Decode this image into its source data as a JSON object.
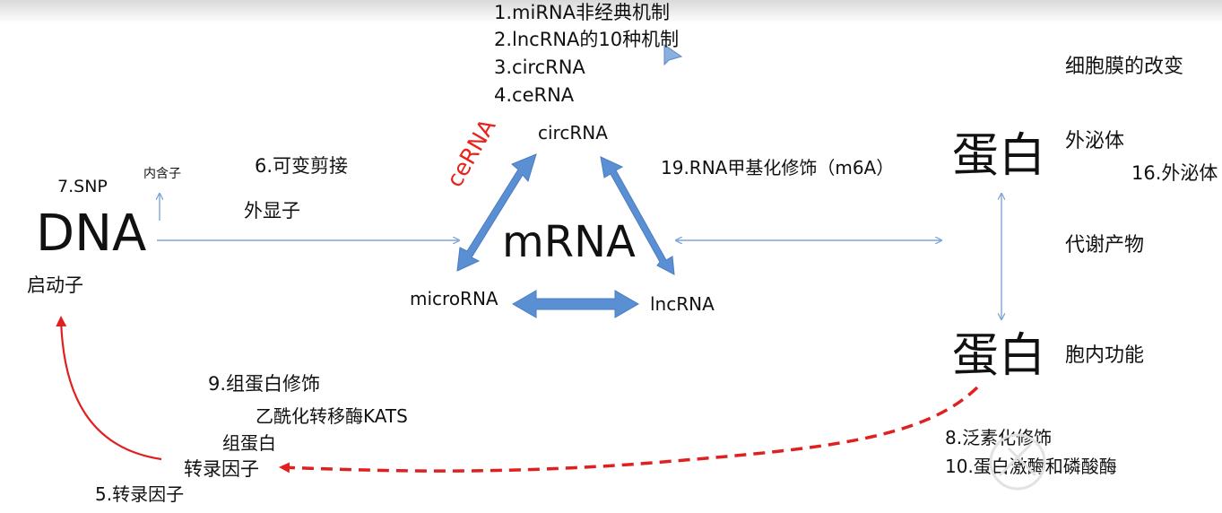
{
  "notes": {
    "item1": "1.miRNA非经典机制",
    "item2": "2.lncRNA的10种机制",
    "item3": "3.circRNA",
    "item4": "4.ceRNA"
  },
  "center": {
    "mrna": "mRNA",
    "circrna": "circRNA",
    "microrna": "microRNA",
    "lncrna": "lncRNA",
    "cerna": "ceRNA"
  },
  "dna": {
    "label": "DNA",
    "snp": "7.SNP",
    "intron": "内含子",
    "promoter": "启动子"
  },
  "splicing": {
    "alt_splicing": "6.可变剪接",
    "exon": "外显子"
  },
  "m6a": "19.RNA甲基化修饰（m6A）",
  "protein": {
    "top": "蛋白",
    "bottom": "蛋白"
  },
  "right_col": {
    "membrane": "细胞膜的改变",
    "exosome": "外泌体",
    "exosome16": "16.外泌体",
    "metabolite": "代谢产物",
    "intracellular": "胞内功能"
  },
  "bottom_right": {
    "ubiq": "8.泛素化修饰",
    "kinase": "10.蛋白激酶和磷酸酶"
  },
  "bottom_left": {
    "histone_mod": "9.组蛋白修饰",
    "acetyl": "乙酰化转移酶KATS",
    "histone": "组蛋白",
    "tf_label": "转录因子",
    "tf_num": "5.转录因子"
  },
  "colors": {
    "arrow_blue": "#5b8fd3",
    "thin_blue": "#7ea6d8",
    "red": "#e02020",
    "cerna_red": "#e8231c"
  }
}
